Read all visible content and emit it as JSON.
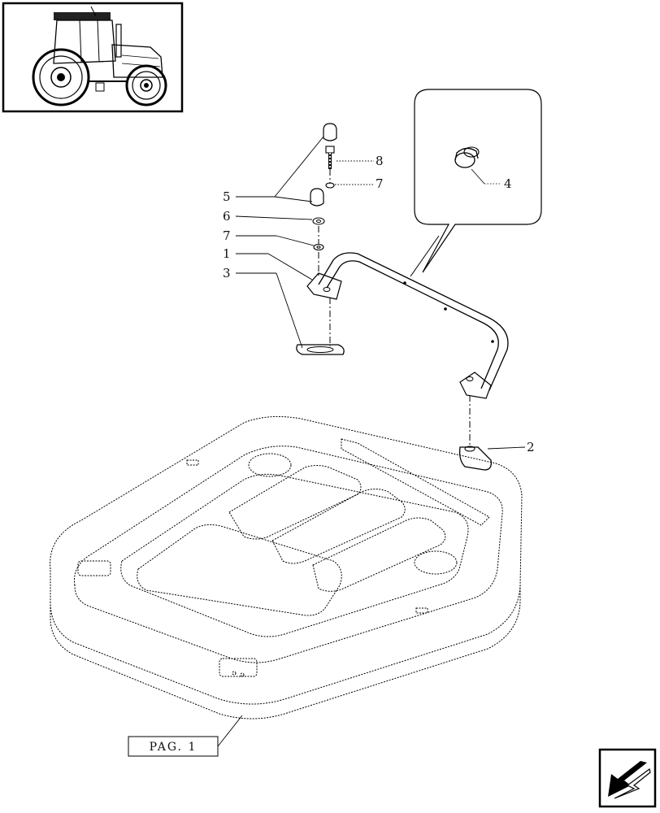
{
  "callouts": {
    "c1": "1",
    "c2": "2",
    "c3": "3",
    "c4": "4",
    "c5": "5",
    "c6": "6",
    "c7a": "7",
    "c7b": "7",
    "c8": "8"
  },
  "page_reference": "PAG. 1",
  "icons": {
    "thumbnail": "tractor-thumbnail-icon",
    "nav": "next-page-arrow-icon"
  }
}
